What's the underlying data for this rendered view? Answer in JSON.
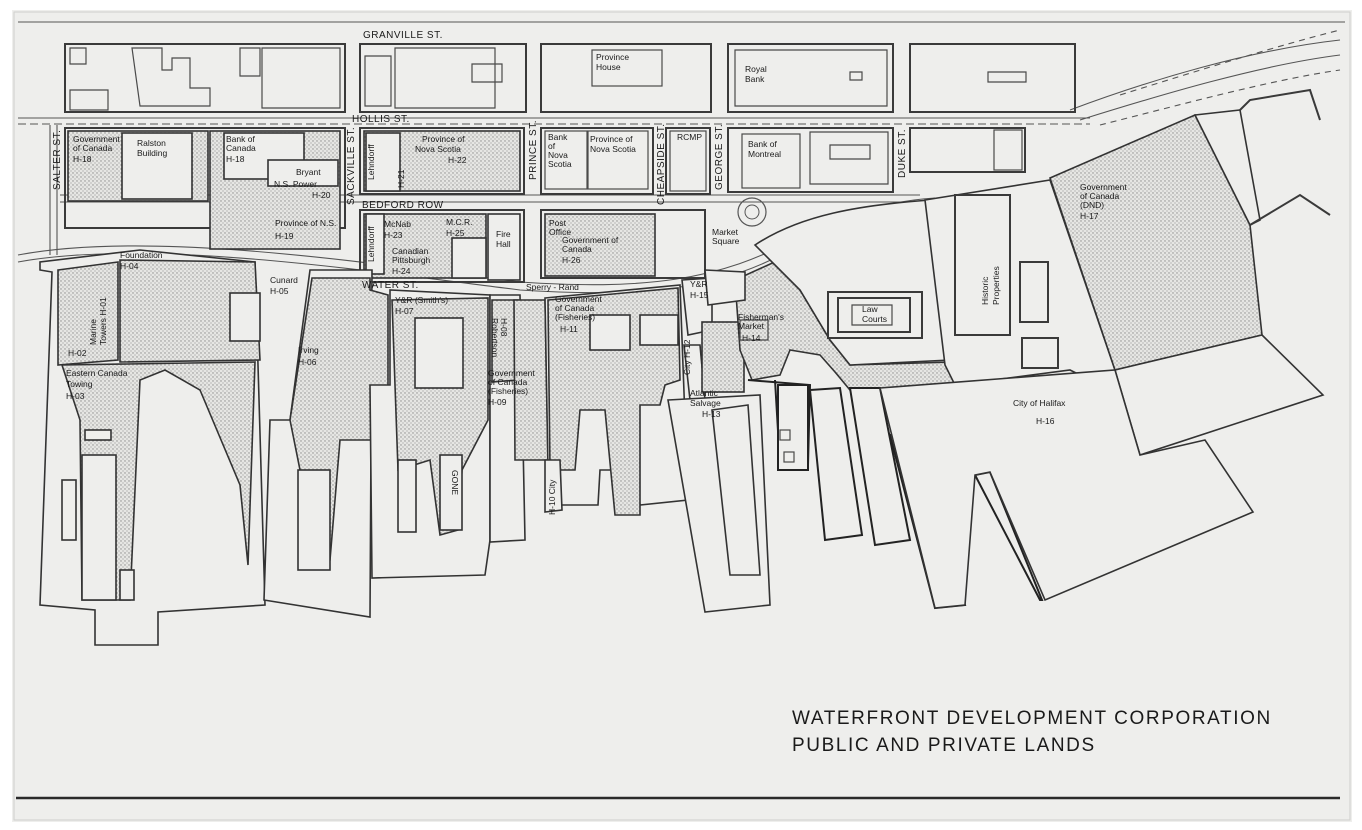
{
  "title": {
    "line1": "WATERFRONT  DEVELOPMENT  CORPORATION",
    "line2": "PUBLIC AND PRIVATE LANDS"
  },
  "streets": {
    "granville": "GRANVILLE ST.",
    "hollis": "HOLLIS ST.",
    "bedford": "BEDFORD ROW",
    "water": "WATER ST.",
    "salter": "SALTER ST.",
    "sackville": "SACKVILLE ST.",
    "prince": "PRINCE ST.",
    "cheapside": "CHEAPSIDE ST.",
    "george": "GEORGE ST.",
    "duke": "DUKE ST."
  },
  "buildings": {
    "province_house": [
      "Province",
      "House"
    ],
    "royal_bank": [
      "Royal",
      "Bank"
    ],
    "ralston": [
      "Ralston",
      "Building"
    ],
    "bank_of_nova_scotia": [
      "Bank",
      "of",
      "Nova",
      "Scotia"
    ],
    "rcmp": "RCMP",
    "bank_of_montreal": [
      "Bank of",
      "Montreal"
    ],
    "lehndorff_1": "Lehndorff",
    "lehndorff_2": "Lehndorff",
    "fire_hall": [
      "Fire",
      "Hall"
    ],
    "post_office": [
      "Post",
      "Office"
    ],
    "market_square": [
      "Market",
      "Square"
    ],
    "sperry_rand": "Sperry - Rand",
    "marine_towers": [
      "Marine",
      "Towers H-01"
    ],
    "law_courts": [
      "Law",
      "Courts"
    ],
    "historic_properties": [
      "Historic",
      "Properties"
    ],
    "gone": "GONE"
  },
  "parcels": {
    "h18a": [
      "Government",
      "of Canada",
      "H-18"
    ],
    "h18b": [
      "Bank of",
      "Canada",
      "H-18"
    ],
    "bryant": "Bryant",
    "h20": [
      "N.S. Power",
      "H-20"
    ],
    "h19": [
      "Province of N.S.",
      "H-19"
    ],
    "h21": "H-21",
    "h22": [
      "Province of",
      "Nova Scotia",
      "H-22"
    ],
    "province_ns_2": [
      "Province of",
      "Nova Scotia"
    ],
    "h23": [
      "McNab",
      "H-23"
    ],
    "h25": [
      "M.C.R.",
      "H-25"
    ],
    "h24": [
      "Canadian",
      "Pittsburgh",
      "H-24"
    ],
    "h26": [
      "Government of",
      "Canada",
      "H-26"
    ],
    "h17": [
      "Government",
      "of Canada",
      "(DND)",
      "H-17"
    ],
    "h04": [
      "Foundation",
      "H-04"
    ],
    "h02": "H-02",
    "h03": [
      "Eastern Canada",
      "Towing",
      "H-03"
    ],
    "h05": [
      "Cunard",
      "H-05"
    ],
    "h06": [
      "Irving",
      "H-06"
    ],
    "h07": [
      "Y&R (Smith's)",
      "H-07"
    ],
    "h08": [
      "Robertson",
      "H-08"
    ],
    "h09": [
      "Government",
      "of Canada",
      "(Fisheries)",
      "H-09"
    ],
    "h11": [
      "Government",
      "of Canada",
      "(Fisheries)",
      "H-11"
    ],
    "h15": [
      "Y&R",
      "H-15"
    ],
    "h12": "City H-12",
    "h14": [
      "Fisherman's",
      "Market",
      "H-14"
    ],
    "h13": [
      "Atlantic",
      "Salvage",
      "H-13"
    ],
    "h10": "H-10 City",
    "h16": [
      "City of Halifax",
      "H-16"
    ]
  },
  "colors": {
    "paper": "#eeeeec",
    "ink": "#1a1a1a",
    "stipple": "#8a8a8a"
  }
}
